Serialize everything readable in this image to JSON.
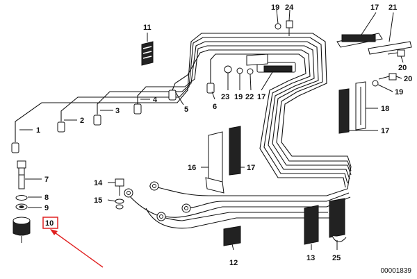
{
  "callouts": [
    {
      "id": "c1",
      "text": "1"
    },
    {
      "id": "c2",
      "text": "2"
    },
    {
      "id": "c3",
      "text": "3"
    },
    {
      "id": "c4",
      "text": "4"
    },
    {
      "id": "c5",
      "text": "5"
    },
    {
      "id": "c6",
      "text": "6"
    },
    {
      "id": "c7",
      "text": "7"
    },
    {
      "id": "c8",
      "text": "8"
    },
    {
      "id": "c9",
      "text": "9"
    },
    {
      "id": "c10",
      "text": "10"
    },
    {
      "id": "c11",
      "text": "11"
    },
    {
      "id": "c12",
      "text": "12"
    },
    {
      "id": "c13",
      "text": "13"
    },
    {
      "id": "c14",
      "text": "14"
    },
    {
      "id": "c15",
      "text": "15"
    },
    {
      "id": "c16",
      "text": "16"
    },
    {
      "id": "c17a",
      "text": "17"
    },
    {
      "id": "c17b",
      "text": "17"
    },
    {
      "id": "c17c",
      "text": "17"
    },
    {
      "id": "c17d",
      "text": "17"
    },
    {
      "id": "c18",
      "text": "18"
    },
    {
      "id": "c19a",
      "text": "19"
    },
    {
      "id": "c19b",
      "text": "19"
    },
    {
      "id": "c19c",
      "text": "19"
    },
    {
      "id": "c20a",
      "text": "20"
    },
    {
      "id": "c20b",
      "text": "20"
    },
    {
      "id": "c21",
      "text": "21"
    },
    {
      "id": "c22",
      "text": "22"
    },
    {
      "id": "c23",
      "text": "23"
    },
    {
      "id": "c24",
      "text": "24"
    },
    {
      "id": "c25",
      "text": "25"
    }
  ],
  "reference_number": "00001839",
  "highlight": {
    "part": "10",
    "color": "#e02020"
  }
}
